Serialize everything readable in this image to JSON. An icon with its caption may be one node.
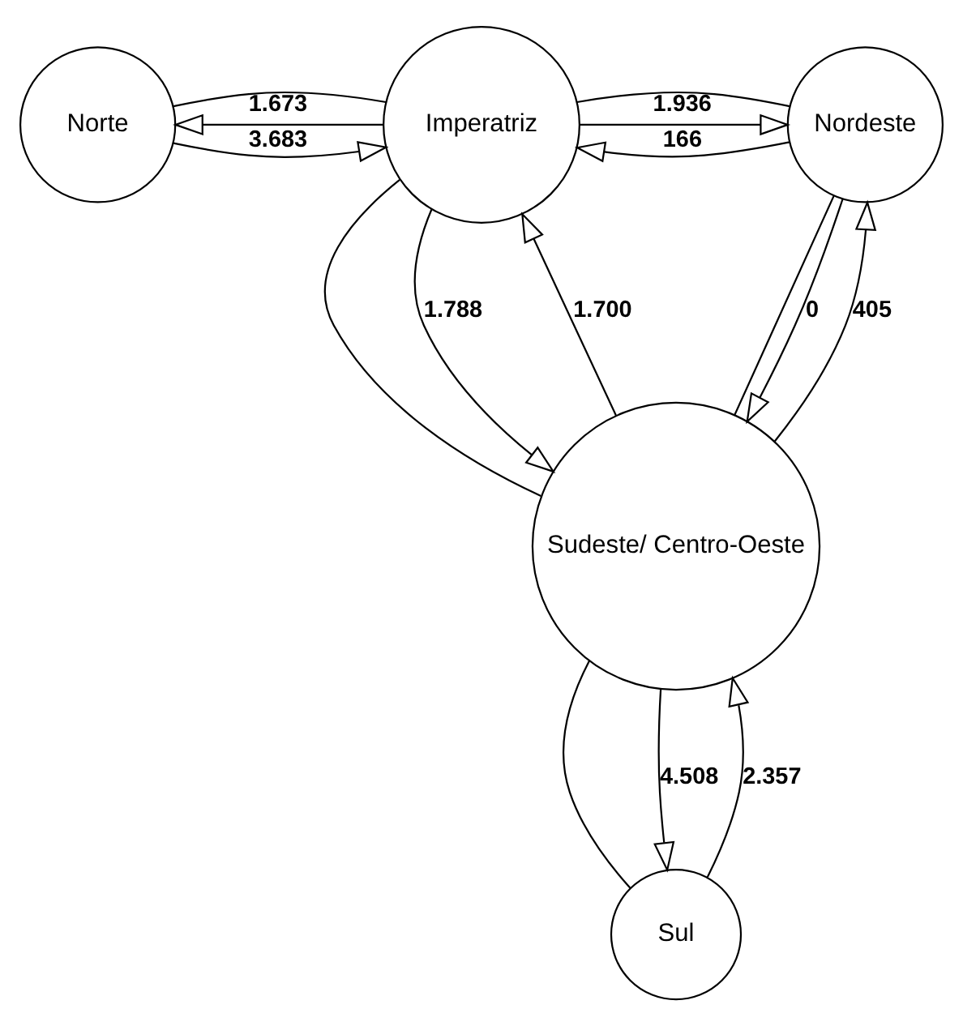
{
  "diagram": {
    "nodes": [
      {
        "text": [
          "Norte"
        ]
      },
      {
        "text": [
          "Imperatriz"
        ]
      },
      {
        "text": [
          "Nordeste"
        ]
      },
      {
        "text": [
          "Sudeste/ Centro-Oeste"
        ]
      },
      {
        "text": [
          "Sul"
        ]
      }
    ],
    "edges": [
      {
        "from": 0,
        "to": 1,
        "arrow": "none"
      },
      {
        "from": 1,
        "to": 2,
        "arrow": "none"
      },
      {
        "from": 1,
        "to": 3,
        "arrow": "none"
      },
      {
        "from": 2,
        "to": 3,
        "arrow": "none"
      },
      {
        "from": 3,
        "to": 4,
        "arrow": "none"
      },
      {
        "from": 1,
        "to": 0,
        "arrow": "to",
        "label": "1.673"
      },
      {
        "from": 0,
        "to": 1,
        "arrow": "to",
        "label": "3.683"
      },
      {
        "from": 1,
        "to": 2,
        "arrow": "to",
        "label": "1.936"
      },
      {
        "from": 2,
        "to": 1,
        "arrow": "to",
        "label": "166"
      },
      {
        "from": 1,
        "to": 3,
        "arrow": "to",
        "label": "1.788"
      },
      {
        "from": 3,
        "to": 1,
        "arrow": "to",
        "label": "1.700"
      },
      {
        "from": 2,
        "to": 3,
        "arrow": "to",
        "label": "0"
      },
      {
        "from": 3,
        "to": 2,
        "arrow": "to",
        "label": "405"
      },
      {
        "from": 3,
        "to": 4,
        "arrow": "to",
        "label": "4.508"
      },
      {
        "from": 4,
        "to": 3,
        "arrow": "to",
        "label": "2.357"
      }
    ]
  }
}
